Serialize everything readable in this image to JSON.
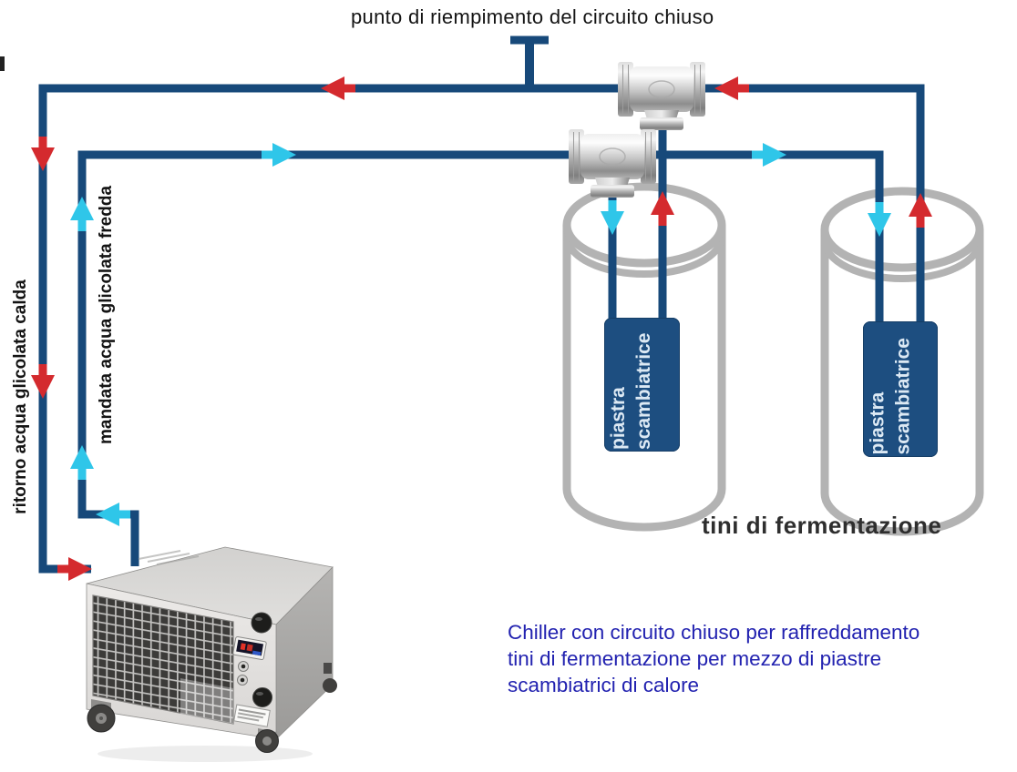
{
  "diagram": {
    "top_label": "punto di riempimento del circuito chiuso",
    "left_labels": {
      "hot_return": "ritorno acqua glicolata calda",
      "cold_supply": "mandata acqua glicolata fredda"
    },
    "tanks": {
      "caption": "tini di fermentazione",
      "plate_label_line1": "piastra",
      "plate_label_line2": "scambiatrice"
    },
    "caption": {
      "lines": [
        "Chiller con circuito chiuso per raffreddamento",
        "tini di fermentazione per mezzo di piastre",
        "scambiatrici di calore"
      ]
    },
    "colors": {
      "pipe_blue": "#17497a",
      "hot_flow_red": "#d42a2e",
      "cold_flow_cyan": "#2fc6e9",
      "tank_outline_gray": "#b3b3b3",
      "plate_blue": "#1d4e80",
      "caption_blue": "#2222b0"
    }
  }
}
